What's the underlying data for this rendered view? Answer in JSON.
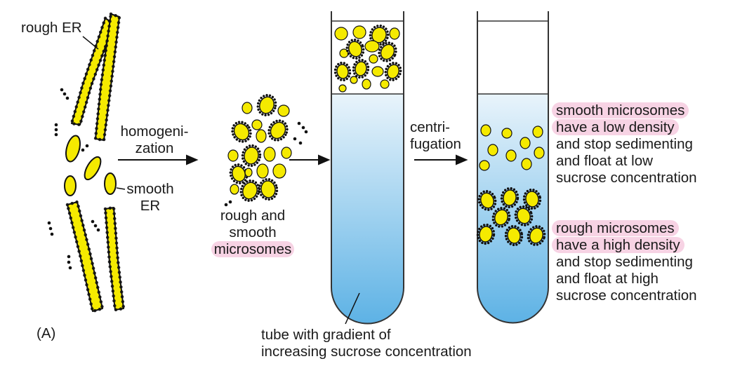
{
  "labels": {
    "rough_er": "rough ER",
    "homogenization_1": "homogeni-",
    "homogenization_2": "zation",
    "smooth_er_1": "smooth",
    "smooth_er_2": "ER",
    "rough_smooth_1": "rough and",
    "rough_smooth_2": "smooth",
    "rough_smooth_3": "microsomes",
    "centrifugation_1": "centri-",
    "centrifugation_2": "fugation",
    "tube_1": "tube with gradient of",
    "tube_2": "increasing sucrose concentration",
    "smooth_result_1": "smooth microsomes",
    "smooth_result_2": "have a low density",
    "smooth_result_3": "and stop sedimenting",
    "smooth_result_4": "and float at low",
    "smooth_result_5": "sucrose concentration",
    "rough_result_1": "rough microsomes",
    "rough_result_2": "have a high density",
    "rough_result_3": "and stop sedimenting",
    "rough_result_4": "and float at high",
    "rough_result_5": "sucrose concentration",
    "panel": "(A)"
  },
  "colors": {
    "membrane": "#f5ea00",
    "outline": "#111111",
    "gradient_top": "#e8f3fb",
    "gradient_bottom": "#5fb3e6",
    "highlight": "#f7d3e4"
  }
}
